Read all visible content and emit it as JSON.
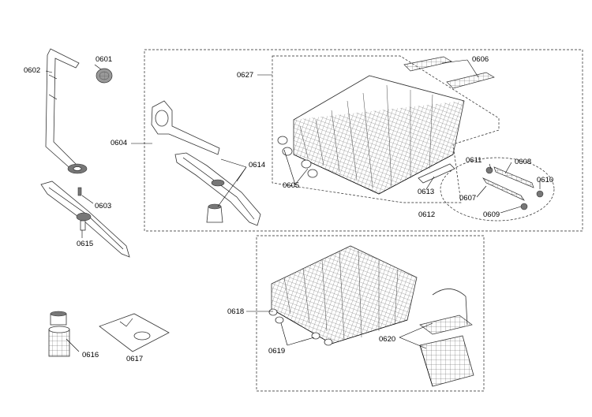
{
  "diagram": {
    "labels": {
      "p0601": "0601",
      "p0602": "0602",
      "p0603": "0603",
      "p0604": "0604",
      "p0605": "0605",
      "p0606": "0606",
      "p0607": "0607",
      "p0608": "0608",
      "p0609": "0609",
      "p0610": "0610",
      "p0611": "0611",
      "p0612": "0612",
      "p0613": "0613",
      "p0614": "0614",
      "p0615": "0615",
      "p0616": "0616",
      "p0617": "0617",
      "p0618": "0618",
      "p0619": "0619",
      "p0620": "0620",
      "p0627": "0627"
    }
  }
}
